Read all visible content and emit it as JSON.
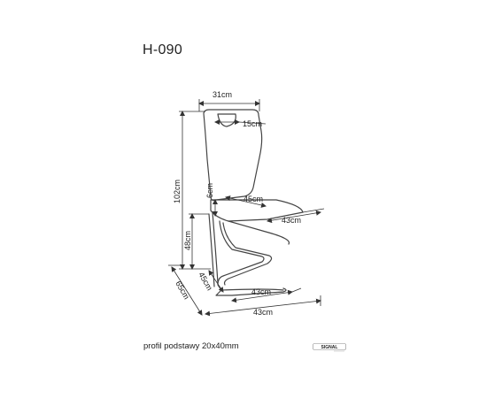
{
  "product": {
    "model": "H-090",
    "base_profile_caption": "profil podstawy 20x40mm"
  },
  "brand": {
    "logo_text": "SIGNAL"
  },
  "dimensions": {
    "backrest_width": "31cm",
    "handle_width": "15cm",
    "total_height": "102cm",
    "armrest_gap": "6cm",
    "seat_depth": "45cm",
    "seat_width": "43cm",
    "seat_height": "48cm",
    "base_depth": "45cm",
    "base_width": "43cm",
    "overall_depth": "65cm",
    "overall_width": "43cm"
  },
  "colors": {
    "line": "#333333",
    "text": "#222222",
    "logo": "#8a8a8a"
  }
}
